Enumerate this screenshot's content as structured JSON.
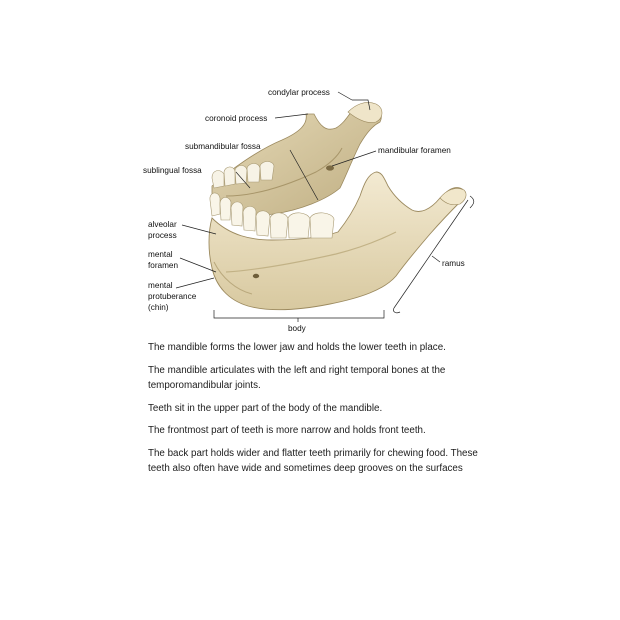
{
  "labels": {
    "condylar_process": "condylar process",
    "coronoid_process": "coronoid process",
    "submandibular_fossa": "submandibular fossa",
    "mandibular_foramen": "mandibular foramen",
    "sublingual_fossa": "sublingual fossa",
    "alveolar_process_1": "alveolar",
    "alveolar_process_2": "process",
    "mental_foramen_1": "mental",
    "mental_foramen_2": "foramen",
    "mental_protuberance_1": "mental",
    "mental_protuberance_2": "protuberance",
    "mental_protuberance_3": "(chin)",
    "ramus": "ramus",
    "body": "body"
  },
  "paragraphs": [
    "The mandible forms the lower jaw and holds the lower teeth in place.",
    "The mandible articulates with the left and right temporal bones at the temporomandibular joints.",
    "Teeth sit in the upper part of the body of the mandible.",
    "The frontmost part of teeth is more narrow and holds front teeth.",
    "The back part holds wider and flatter teeth primarily for chewing food. These teeth also often have wide and sometimes deep grooves on the surfaces"
  ],
  "colors": {
    "bone": "#ece2c6",
    "bone_shadow": "#c9b98f",
    "bone_dark": "#a8966a",
    "tooth": "#f7f3e6"
  }
}
